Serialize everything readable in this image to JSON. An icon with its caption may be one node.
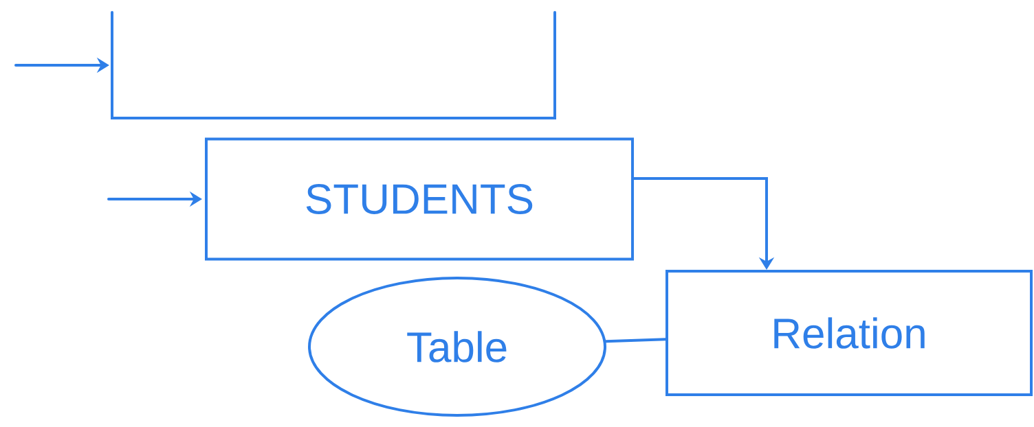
{
  "diagram": {
    "nodes": [
      {
        "text": [],
        "shape": "box"
      },
      {
        "text": [
          "STUDENTS"
        ]
      },
      {
        "text": [
          "Table"
        ]
      },
      {
        "text": [
          "Relation"
        ]
      }
    ],
    "edges": [
      {
        "from": null,
        "to": 0,
        "arrow": "to"
      },
      {
        "from": null,
        "to": 1,
        "arrow": "to"
      },
      {
        "from": 1,
        "to": 3,
        "arrow": "to"
      },
      {
        "from": 2,
        "to": 3,
        "arrow": "none"
      }
    ]
  }
}
